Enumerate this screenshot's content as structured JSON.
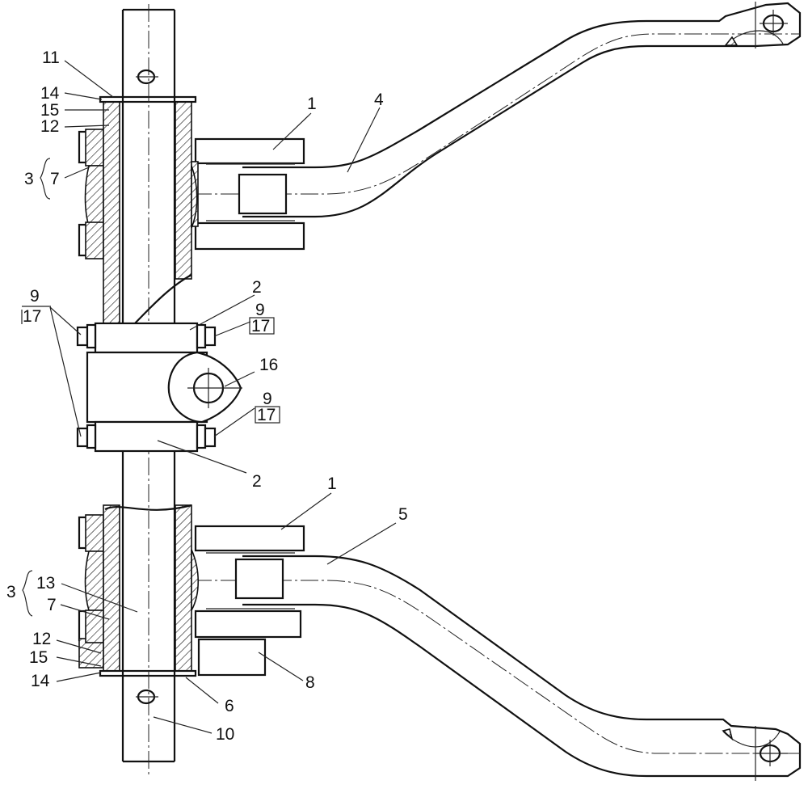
{
  "drawing": {
    "title": "Steering axle assembly drawing",
    "callouts": {
      "c11": "11",
      "c14_top": "14",
      "c15_top": "15",
      "c12_top": "12",
      "c3_top": "3",
      "c7_top": "7",
      "c1_top": "1",
      "c4": "4",
      "c2_top": "2",
      "c9_left_num": "9",
      "c17_left_den": "17",
      "c9_right_top_num": "9",
      "c17_right_top_den": "17",
      "c16": "16",
      "c9_right_bot_num": "9",
      "c17_right_bot_den": "17",
      "c2_bot": "2",
      "c1_bot": "1",
      "c5": "5",
      "c3_bot": "3",
      "c13": "13",
      "c7_bot": "7",
      "c12_bot": "12",
      "c15_bot": "15",
      "c14_bot": "14",
      "c8": "8",
      "c6": "6",
      "c10": "10"
    }
  }
}
